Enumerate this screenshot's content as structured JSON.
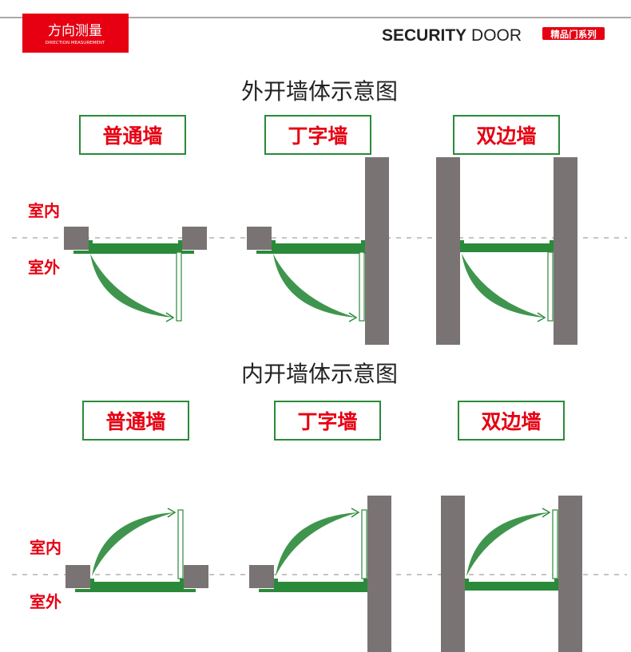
{
  "header": {
    "badge_title": "方向测量",
    "badge_subtitle": "DIRECTION MEASUREMENT",
    "brand_bold": "SECURITY",
    "brand_light": "DOOR",
    "brand_tag": "精品门系列"
  },
  "colors": {
    "red": "#e60012",
    "green": "#2a8a3a",
    "wall": "#7a7373"
  },
  "outward": {
    "title": "外开墙体示意图",
    "types": [
      "普通墙",
      "丁字墙",
      "双边墙"
    ],
    "indoor_label": "室内",
    "outdoor_label": "室外"
  },
  "inward": {
    "title": "内开墙体示意图",
    "types": [
      "普通墙",
      "丁字墙",
      "双边墙"
    ],
    "indoor_label": "室内",
    "outdoor_label": "室外"
  }
}
